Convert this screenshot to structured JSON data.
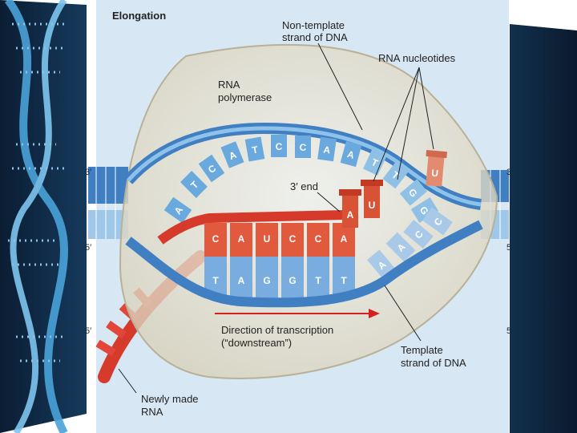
{
  "diagram": {
    "title": "Elongation",
    "labels": {
      "non_template_line1": "Non-template",
      "non_template_line2": "strand of DNA",
      "rna_nucleotides": "RNA nucleotides",
      "rna_poly_line1": "RNA",
      "rna_poly_line2": "polymerase",
      "three_prime_end": "3′ end",
      "direction_line1": "Direction of transcription",
      "direction_line2": "(“downstream”)",
      "template_line1": "Template",
      "template_line2": "strand of DNA",
      "newly_made_line1": "Newly made",
      "newly_made_line2": "RNA"
    },
    "strand_ends": {
      "left_top": "3′",
      "left_mid": "5′",
      "left_bot": "5′",
      "right_top": "3",
      "right_mid": "5",
      "right_bot": "5"
    },
    "top_strand_bases": [
      "A",
      "T",
      "C",
      "A",
      "T",
      "C",
      "C",
      "A",
      "A",
      "T",
      "T",
      "G",
      "G"
    ],
    "rna_bases": [
      "C",
      "A",
      "U",
      "C",
      "C",
      "A"
    ],
    "template_bases": [
      "T",
      "A",
      "G",
      "G",
      "T",
      "T"
    ],
    "template_unpaired": [
      "A",
      "A",
      "C",
      "C"
    ],
    "incoming_nucleotides": [
      "A",
      "U",
      "U"
    ],
    "colors": {
      "dna_light": "#9fc8e8",
      "dna_dark": "#3f7fc2",
      "rna": "#e25a3e",
      "polymerase": "#ece7d6",
      "arrow": "#d42020"
    }
  }
}
